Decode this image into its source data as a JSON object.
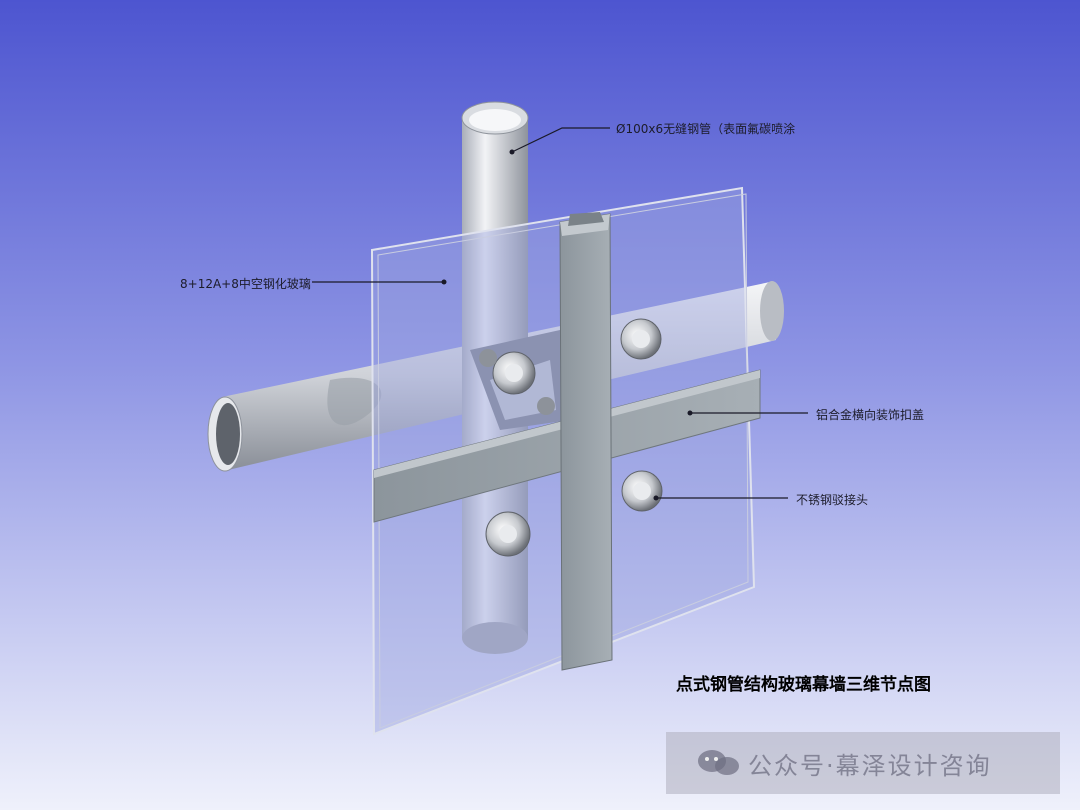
{
  "labels": {
    "steel_tube": "Ø100x6无缝钢管（表面氟碳喷涂",
    "glass": "8+12A+8中空钢化玻璃",
    "cover_cap": "铝合金横向装饰扣盖",
    "fitting": "不锈钢驳接头"
  },
  "title": "点式钢管结构玻璃幕墙三维节点图",
  "watermark": {
    "text": "公众号·幕泽设计咨询",
    "icon": "wechat-icon"
  },
  "colors": {
    "bg_top": "#5a63d6",
    "bg_bottom": "#eef1fb",
    "steel": "#c9cdd6",
    "profile": "#9aa3aa"
  }
}
